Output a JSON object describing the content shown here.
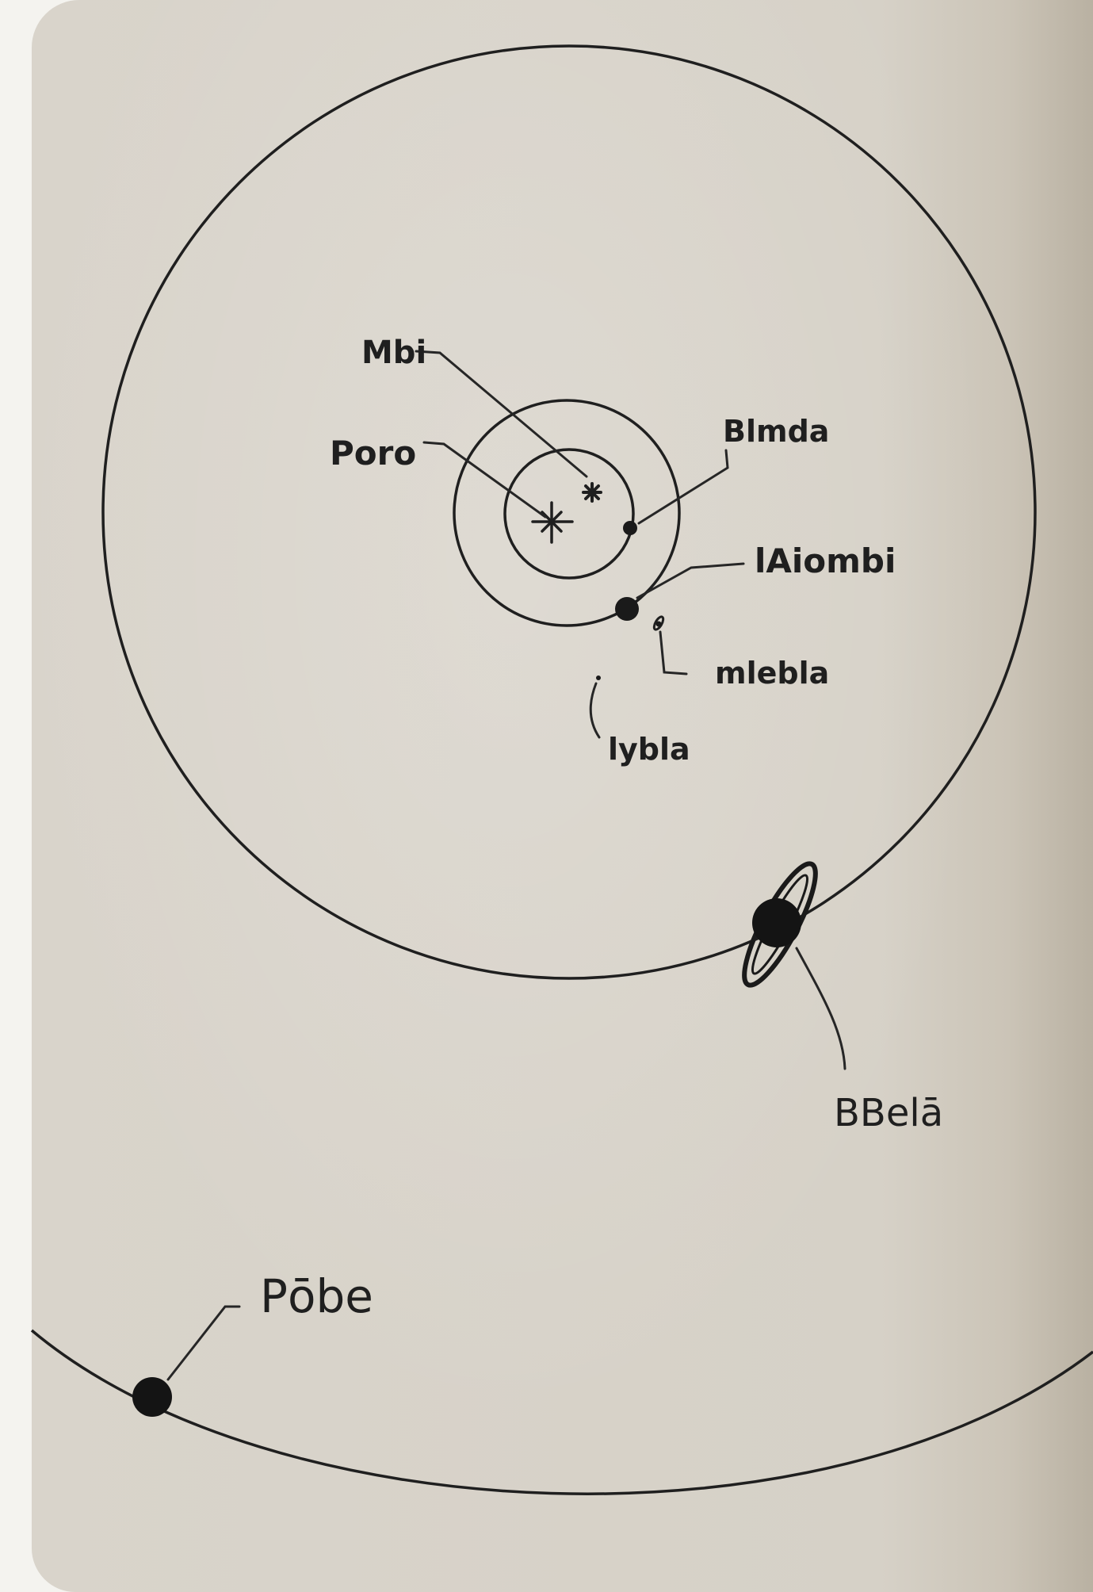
{
  "labels": {
    "mbi": "Mbi",
    "poro": "Poro",
    "blmda": "Blmda",
    "laiombi": "lAiombi",
    "mlebla": "mlebla",
    "lybla": "lybla",
    "bbela": "BBelā",
    "pobe": "Pōbe"
  },
  "colors": {
    "paper": "#d7d2c8",
    "ink": "#1f1f1f"
  }
}
